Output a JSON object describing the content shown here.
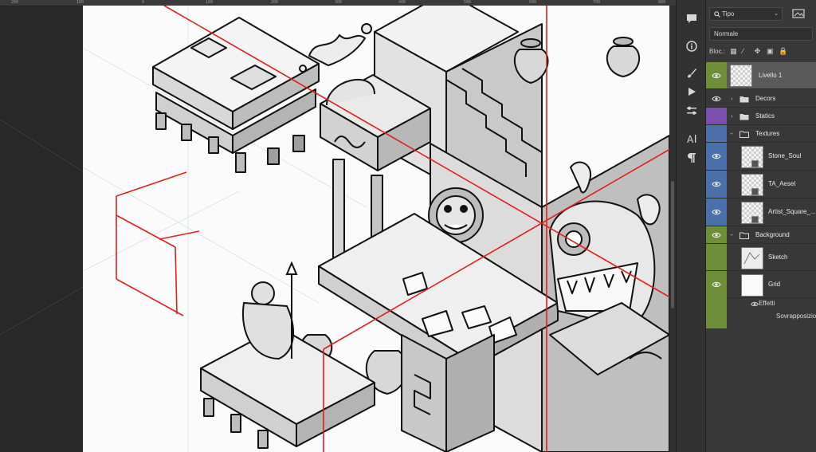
{
  "colors": {
    "accent_green": "#6f8e3a",
    "accent_blue": "#4b6fa8",
    "accent_purple": "#7b4fb0",
    "guide_red": "#e0201c"
  },
  "ruler": {
    "marks": [
      "200",
      "100",
      "0",
      "100",
      "200",
      "300",
      "400",
      "500",
      "600",
      "700",
      "800"
    ]
  },
  "tools": [
    {
      "icon": "comment-icon"
    },
    {
      "icon": "info-icon"
    },
    {
      "icon": "brush-icon"
    },
    {
      "icon": "play-icon"
    },
    {
      "icon": "adjust-icon"
    },
    {
      "icon": "character-icon"
    },
    {
      "icon": "paragraph-icon"
    }
  ],
  "layers_panel": {
    "filter_label": "Tipo",
    "blend_mode": "Normale",
    "lock_label": "Bloc.:",
    "layers": [
      {
        "name": "Livello 1",
        "color": "green",
        "kind": "layer"
      },
      {
        "name": "Decors",
        "color": "none",
        "kind": "group"
      },
      {
        "name": "Statics",
        "color": "purple",
        "kind": "group"
      },
      {
        "name": "Textures",
        "color": "blue",
        "kind": "group-open"
      },
      {
        "name": "Stone_Soul",
        "color": "blue",
        "kind": "smart"
      },
      {
        "name": "TA_Aesel",
        "color": "blue",
        "kind": "smart"
      },
      {
        "name": "Artist_Square_...",
        "color": "blue",
        "kind": "smart"
      },
      {
        "name": "Background",
        "color": "green",
        "kind": "group-open"
      },
      {
        "name": "Sketch",
        "color": "green",
        "kind": "layer"
      },
      {
        "name": "Grid",
        "color": "green",
        "kind": "layer"
      }
    ],
    "effects_label": "Effetti",
    "overlay_label": "Sovrapposizione"
  }
}
